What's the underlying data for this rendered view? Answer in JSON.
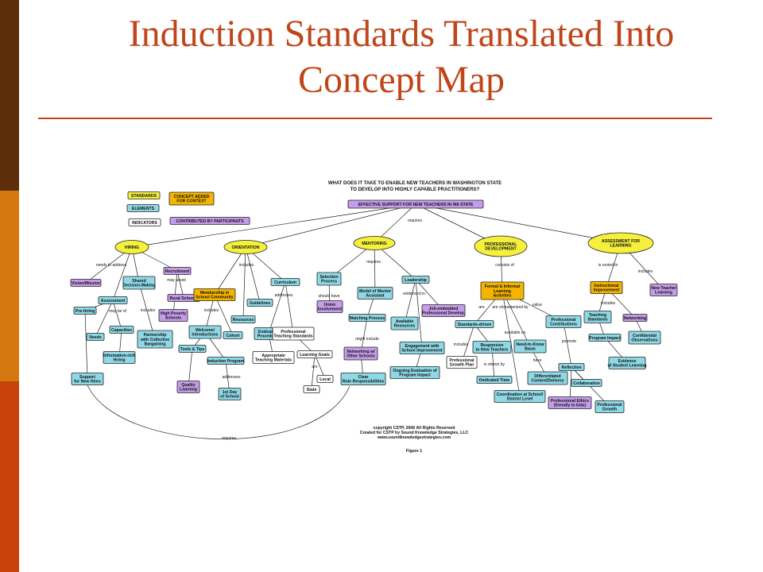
{
  "slide": {
    "title_line1": "Induction Standards Translated Into",
    "title_line2": "Concept Map",
    "colors": {
      "bar_top": "#5c2e0a",
      "bar_middle": "#d4780f",
      "bar_bottom": "#c8420c",
      "title": "#c0461a",
      "standard": "#f5f03c",
      "element": "#8fd9e6",
      "indicator": "#ffffff",
      "added_concept": "#f5b400",
      "participant": "#c49ce8"
    }
  },
  "map": {
    "header": [
      "WHAT DOES IT TAKE TO ENABLE NEW TEACHERS IN WASHINGTON STATE",
      "TO DEVELOP INTO HIGHLY CAPABLE PRACTITIONERS?"
    ],
    "legend": [
      {
        "label": "STANDARDS",
        "kind": "standard"
      },
      {
        "label": "ELEMENTS",
        "kind": "element"
      },
      {
        "label": "INDICATORS",
        "kind": "indicator"
      },
      {
        "label": "CONCEPT ADDED FOR CONTEXT",
        "kind": "added"
      },
      {
        "label": "CONTRIBUTED BY PARTICIPANTS",
        "kind": "participant"
      }
    ],
    "nodes": [
      {
        "id": "root",
        "lines": [
          "EFFECTIVE SUPPORT FOR NEW TEACHERS IN WA STATE"
        ],
        "kind": "participant"
      },
      {
        "id": "hiring",
        "lines": [
          "HIRING"
        ],
        "kind": "standard"
      },
      {
        "id": "orientation",
        "lines": [
          "ORIENTATION"
        ],
        "kind": "standard"
      },
      {
        "id": "mentoring",
        "lines": [
          "MENTORING"
        ],
        "kind": "standard"
      },
      {
        "id": "profdev",
        "lines": [
          "PROFESSIONAL",
          "DEVELOPMENT"
        ],
        "kind": "standard"
      },
      {
        "id": "assessment",
        "lines": [
          "ASSESSMENT FOR",
          "LEARNING"
        ],
        "kind": "standard"
      },
      {
        "id": "vision",
        "lines": [
          "Vision/Mission"
        ],
        "kind": "participant"
      },
      {
        "id": "shared",
        "lines": [
          "Shared",
          "Decision-Making"
        ],
        "kind": "element"
      },
      {
        "id": "recruitment",
        "lines": [
          "Recruitment"
        ],
        "kind": "participant"
      },
      {
        "id": "assessmentH",
        "lines": [
          "Assessment"
        ],
        "kind": "element"
      },
      {
        "id": "rural",
        "lines": [
          "Rural Schools"
        ],
        "kind": "participant"
      },
      {
        "id": "prehiring",
        "lines": [
          "Pre-hiring"
        ],
        "kind": "element"
      },
      {
        "id": "highpoverty",
        "lines": [
          "High Poverty",
          "Schools"
        ],
        "kind": "participant"
      },
      {
        "id": "needs",
        "lines": [
          "Needs"
        ],
        "kind": "element"
      },
      {
        "id": "capacities",
        "lines": [
          "Capacities"
        ],
        "kind": "element"
      },
      {
        "id": "partnership",
        "lines": [
          "Partnership",
          "with Collective",
          "Bargaining"
        ],
        "kind": "element"
      },
      {
        "id": "inforich",
        "lines": [
          "Information-rich",
          "Hiring"
        ],
        "kind": "element"
      },
      {
        "id": "support",
        "lines": [
          "Support",
          "for New Hires"
        ],
        "kind": "element"
      },
      {
        "id": "membership",
        "lines": [
          "Membership in",
          "School Community"
        ],
        "kind": "added"
      },
      {
        "id": "curriculum",
        "lines": [
          "Curriculum"
        ],
        "kind": "element"
      },
      {
        "id": "guidelines",
        "lines": [
          "Guidelines"
        ],
        "kind": "element"
      },
      {
        "id": "resources",
        "lines": [
          "Resources"
        ],
        "kind": "element"
      },
      {
        "id": "welcome",
        "lines": [
          "Welcome/",
          "Introductions"
        ],
        "kind": "element"
      },
      {
        "id": "cohort",
        "lines": [
          "Cohort"
        ],
        "kind": "element"
      },
      {
        "id": "evalproc",
        "lines": [
          "Evaluation",
          "Procedures"
        ],
        "kind": "element"
      },
      {
        "id": "profstd",
        "lines": [
          "Professional",
          "Teaching Standards"
        ],
        "kind": "indicator"
      },
      {
        "id": "toolstips",
        "lines": [
          "Tools & Tips"
        ],
        "kind": "element"
      },
      {
        "id": "approp",
        "lines": [
          "Appropriate",
          "Teaching Materials"
        ],
        "kind": "indicator"
      },
      {
        "id": "learngoals",
        "lines": [
          "Learning Goals"
        ],
        "kind": "indicator"
      },
      {
        "id": "inductprog",
        "lines": [
          "Induction Program"
        ],
        "kind": "element"
      },
      {
        "id": "quality",
        "lines": [
          "Quality",
          "Learning"
        ],
        "kind": "participant"
      },
      {
        "id": "local",
        "lines": [
          "Local"
        ],
        "kind": "indicator"
      },
      {
        "id": "firstday",
        "lines": [
          "1st Day",
          "of School"
        ],
        "kind": "element"
      },
      {
        "id": "state",
        "lines": [
          "State"
        ],
        "kind": "indicator"
      },
      {
        "id": "selection",
        "lines": [
          "Selection",
          "Process"
        ],
        "kind": "element"
      },
      {
        "id": "leadership",
        "lines": [
          "Leadership"
        ],
        "kind": "element"
      },
      {
        "id": "model",
        "lines": [
          "Model of Mentor",
          "Assistant"
        ],
        "kind": "element"
      },
      {
        "id": "union",
        "lines": [
          "Union",
          "Involvement"
        ],
        "kind": "participant"
      },
      {
        "id": "jobembed",
        "lines": [
          "Job-embedded",
          "Professional Develop."
        ],
        "kind": "participant"
      },
      {
        "id": "matching",
        "lines": [
          "Matching Process"
        ],
        "kind": "element"
      },
      {
        "id": "availres",
        "lines": [
          "Available",
          "Resources"
        ],
        "kind": "element"
      },
      {
        "id": "engagement",
        "lines": [
          "Engagement with",
          "School Improvement"
        ],
        "kind": "element"
      },
      {
        "id": "networking",
        "lines": [
          "Networking w/",
          "Other Schools"
        ],
        "kind": "participant"
      },
      {
        "id": "ongoing",
        "lines": [
          "Ongoing Evaluation of",
          "Program Impact"
        ],
        "kind": "element"
      },
      {
        "id": "clearrole",
        "lines": [
          "Clear",
          "Role Responsibilities"
        ],
        "kind": "element"
      },
      {
        "id": "formal",
        "lines": [
          "Formal & Informal",
          "Learning",
          "Activities"
        ],
        "kind": "added"
      },
      {
        "id": "standards",
        "lines": [
          "Standards-driven"
        ],
        "kind": "element"
      },
      {
        "id": "profcontrib",
        "lines": [
          "Professional",
          "Contributions"
        ],
        "kind": "element"
      },
      {
        "id": "responsive",
        "lines": [
          "Responsive",
          "to New Teachers"
        ],
        "kind": "element"
      },
      {
        "id": "needtoknow",
        "lines": [
          "Need-to-Know",
          "Basis"
        ],
        "kind": "element"
      },
      {
        "id": "growthplan",
        "lines": [
          "Professional",
          "Growth Plan"
        ],
        "kind": "indicator"
      },
      {
        "id": "dedtime",
        "lines": [
          "Dedicated Time"
        ],
        "kind": "element"
      },
      {
        "id": "differentiated",
        "lines": [
          "Differentiated",
          "Content/Delivery"
        ],
        "kind": "element"
      },
      {
        "id": "reflection",
        "lines": [
          "Reflection"
        ],
        "kind": "element"
      },
      {
        "id": "coordination",
        "lines": [
          "Coordination at School/",
          "District Level"
        ],
        "kind": "element"
      },
      {
        "id": "collaboration",
        "lines": [
          "Collaboration"
        ],
        "kind": "element"
      },
      {
        "id": "ethics",
        "lines": [
          "Professional Ethics",
          "(friendly to kids)"
        ],
        "kind": "participant"
      },
      {
        "id": "profgrowth",
        "lines": [
          "Professional",
          "Growth"
        ],
        "kind": "element"
      },
      {
        "id": "instrimp",
        "lines": [
          "Instructional",
          "Improvement"
        ],
        "kind": "added"
      },
      {
        "id": "newtl",
        "lines": [
          "New Teacher",
          "Learning"
        ],
        "kind": "participant"
      },
      {
        "id": "teachstd",
        "lines": [
          "Teaching",
          "Standards"
        ],
        "kind": "element"
      },
      {
        "id": "networkingA",
        "lines": [
          "Networking"
        ],
        "kind": "participant"
      },
      {
        "id": "progimpact",
        "lines": [
          "Program Impact"
        ],
        "kind": "element"
      },
      {
        "id": "confidential",
        "lines": [
          "Confidential",
          "Observations"
        ],
        "kind": "element"
      },
      {
        "id": "evidence",
        "lines": [
          "Evidence",
          "of Student Learning"
        ],
        "kind": "element"
      }
    ],
    "link_labels": [
      {
        "id": "requires",
        "text": "requires"
      },
      {
        "id": "needs_to_address",
        "text": "needs to address"
      },
      {
        "id": "includes_or",
        "text": "includes"
      },
      {
        "id": "requires_m",
        "text": "requires"
      },
      {
        "id": "consists_of",
        "text": "consists of"
      },
      {
        "id": "is_rooted_in",
        "text": "is rooted in"
      },
      {
        "id": "includes_a",
        "text": "includes"
      },
      {
        "id": "may_assist",
        "text": "may assist"
      },
      {
        "id": "may_be_of",
        "text": "may be of"
      },
      {
        "id": "includes_h",
        "text": "includes"
      },
      {
        "id": "includes_m",
        "text": "includes"
      },
      {
        "id": "addresses_c",
        "text": "addresses"
      },
      {
        "id": "should_have",
        "text": "should have"
      },
      {
        "id": "evidenced_in",
        "text": "evidenced in"
      },
      {
        "id": "might_include",
        "text": "might include"
      },
      {
        "id": "are",
        "text": "are"
      },
      {
        "id": "are_characterized_by",
        "text": "are characterized by"
      },
      {
        "id": "value",
        "text": "value"
      },
      {
        "id": "includes_s",
        "text": "includes"
      },
      {
        "id": "available_on",
        "text": "available on"
      },
      {
        "id": "is_shown_by",
        "text": "is shown by"
      },
      {
        "id": "have",
        "text": "have"
      },
      {
        "id": "promote",
        "text": "promote"
      },
      {
        "id": "includes_i",
        "text": "includes"
      },
      {
        "id": "addresses_i",
        "text": "addresses"
      },
      {
        "id": "are_l",
        "text": "are"
      },
      {
        "id": "requires_b",
        "text": "requires"
      }
    ],
    "footer": [
      "copyright CSTP, 2006 All Rights Reserved",
      "Created for CSTP by Sound Knowledge Strategies, LLC",
      "www.soundknowledgestrategies.com"
    ],
    "figure_label": "Figure 1"
  }
}
